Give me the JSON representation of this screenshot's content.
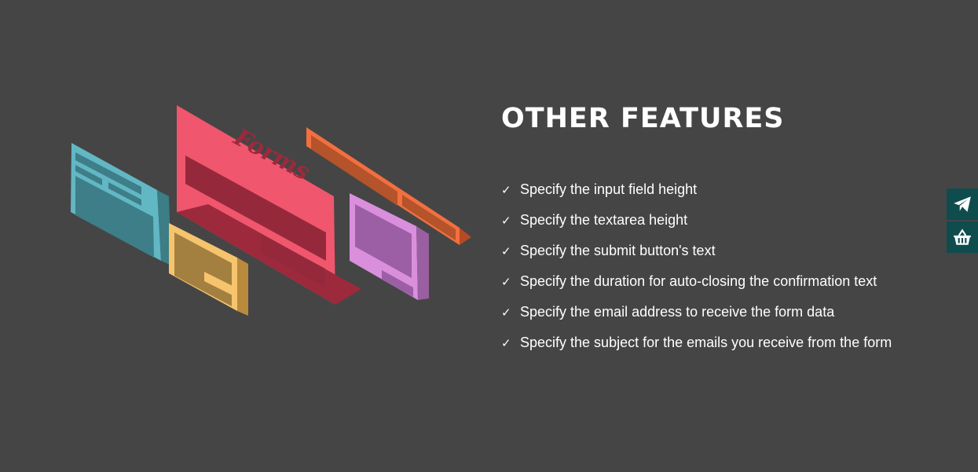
{
  "illustration": {
    "forms_word": "Forms"
  },
  "section": {
    "title": "OTHER FEATURES"
  },
  "features": [
    {
      "check": "✓",
      "text": "Specify the input field height"
    },
    {
      "check": "✓",
      "text": "Specify the textarea height"
    },
    {
      "check": "✓",
      "text": "Specify the submit button's text"
    },
    {
      "check": "✓",
      "text": "Specify the duration for auto-closing the confirmation text"
    },
    {
      "check": "✓",
      "text": "Specify the email address to receive the form data"
    },
    {
      "check": "✓",
      "text": "Specify the subject for the emails you receive from the form"
    }
  ],
  "side_buttons": [
    {
      "icon": "paper-plane-icon"
    },
    {
      "icon": "basket-icon"
    }
  ],
  "colors": {
    "background": "#454545",
    "side_button": "#0f4c4e",
    "panel_pink": "#f0566d",
    "panel_blue": "#62b7c4",
    "panel_yellow": "#f6c46c",
    "panel_orange": "#f26f3f",
    "panel_purple": "#d98fdc"
  }
}
